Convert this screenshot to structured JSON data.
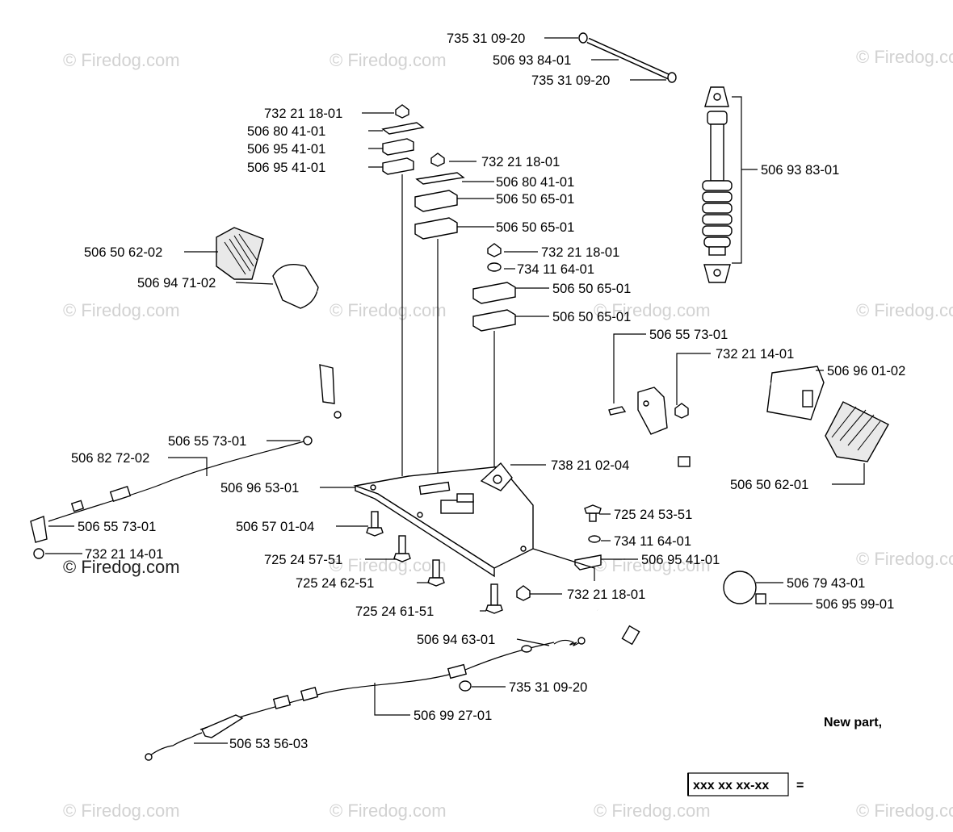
{
  "watermarks": [
    "© Firedog.com"
  ],
  "labels": {
    "shaft_clip_top": "735 31 09-20",
    "shaft": "506 93 84-01",
    "shaft_clip_bottom": "735 31 09-20",
    "nut_left": "732 21 18-01",
    "plate_left": "506 80 41-01",
    "block_left_1": "506 95 41-01",
    "block_left_2": "506 95 41-01",
    "nut_mid": "732 21 18-01",
    "plate_mid": "506 80 41-01",
    "block_mid_1": "506 50 65-01",
    "block_mid_2": "506 50 65-01",
    "nut_right": "732 21 18-01",
    "washer_right": "734 11 64-01",
    "block_right_1": "506 50 65-01",
    "block_right_2": "506 50 65-01",
    "shock_absorber": "506 93 83-01",
    "pedal_pad_left": "506 50 62-02",
    "pedal_arm_left": "506 94 71-02",
    "bolt_pedal_right": "506 55 73-01",
    "nut_pedal_right": "732 21 14-01",
    "pedal_arm_right": "506 96 01-02",
    "pedal_pad_right": "506 50 62-01",
    "cable_end_top": "506 55 73-01",
    "cable_top": "506 82 72-02",
    "mount_plate": "506 96 53-01",
    "bracket": "738 21 02-04",
    "cable_end_lower": "506 55 73-01",
    "nut_cable_lower": "732 21 14-01",
    "screw_plate": "506 57 01-04",
    "bolt_1": "725 24 57-51",
    "bolt_2": "725 24 62-51",
    "bolt_3": "725 24 61-51",
    "nut_plate": "732 21 18-01",
    "bolt_block": "725 24 53-51",
    "washer_block": "734 11 64-01",
    "block_small": "506 95 41-01",
    "knob": "506 79 43-01",
    "lever": "506 95 99-01",
    "spring_top": "506 94 63-01",
    "clip_cable": "735 31 09-20",
    "cable_bottom": "506 99 27-01",
    "spring_bottom": "506 53 56-03"
  },
  "legend": {
    "new_part": "New part,",
    "part_format": "xxx xx xx-xx",
    "equals": "="
  }
}
